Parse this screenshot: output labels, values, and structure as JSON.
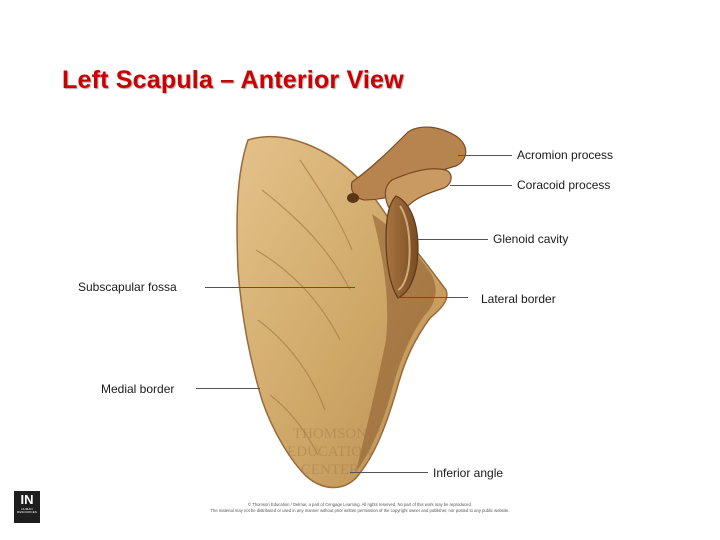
{
  "slide": {
    "title": "Left Scapula – Anterior View"
  },
  "labels": {
    "acromion": "Acromion process",
    "coracoid": "Coracoid process",
    "glenoid": "Glenoid cavity",
    "subscapular": "Subscapular fossa",
    "lateral": "Lateral border",
    "medial": "Medial border",
    "inferior": "Inferior angle"
  },
  "watermark": [
    "THOMSON",
    "EDUCATION",
    "CENTER"
  ],
  "footer": {
    "logo_mark": "IN",
    "logo_sub": "HUMAN RESOURCES",
    "copyright_1": "© Thomson Education / Delmar, a part of Cengage Learning. All rights reserved. No part of this work may be reproduced.",
    "copyright_2": "The material may not be distributed or used in any manner without prior written permission of the copyright owner and publisher, nor posted to any public website."
  },
  "colors": {
    "title": "#cc0000",
    "bone_light": "#d9b77b",
    "bone_mid": "#c49a5c",
    "bone_shadow": "#8a5a2e",
    "bone_dark": "#6b4120",
    "leader": "#555555"
  }
}
